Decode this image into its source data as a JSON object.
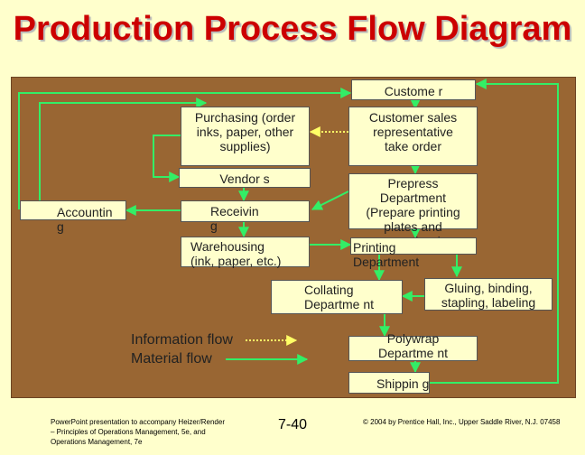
{
  "title": "Production Process Flow Diagram",
  "boxes": {
    "customer": "Custome r",
    "purchasing": "Purchasing (order inks, paper, other supplies)",
    "customer_sales_rep": "Customer sales representative take order",
    "vendor": "Vendor s",
    "prepress": "Prepress Department (Prepare printing plates and negatives)",
    "accounting": "Accountin g",
    "receiving": "Receivin g",
    "warehousing": "Warehousing (ink, paper, etc.)",
    "printing": "Printing Department",
    "collating": "Collating Departme nt",
    "gluing": "Gluing, binding, stapling, labeling",
    "polywrap": "Polywrap Departme nt",
    "shipping": "Shippin g"
  },
  "legend": {
    "information_flow": "Information flow",
    "material_flow": "Material flow"
  },
  "footer": {
    "left": "PowerPoint presentation to accompany Heizer/Render – Principles of Operations Management, 5e, and Operations Management, 7e",
    "center": "7-40",
    "right": "© 2004 by Prentice Hall, Inc., Upper Saddle River, N.J. 07458"
  },
  "colors": {
    "background": "#ffffcc",
    "panel": "#996633",
    "title": "#cc0000",
    "information_flow": "#ffff66",
    "material_flow": "#33ee66"
  }
}
